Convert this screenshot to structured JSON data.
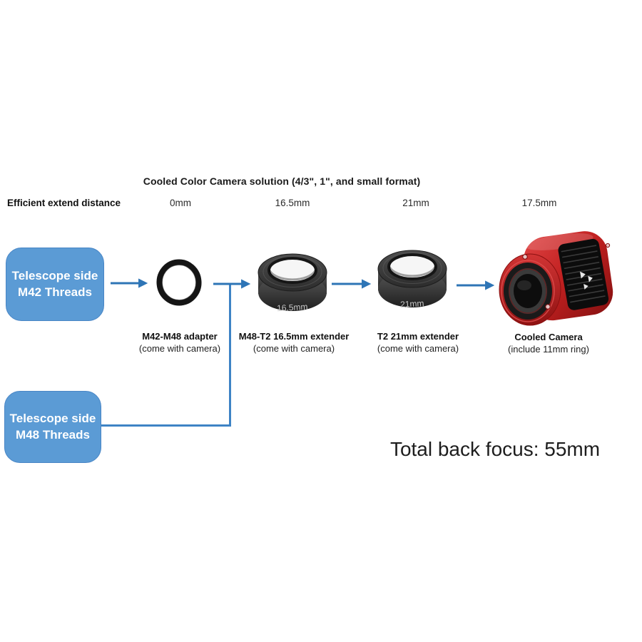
{
  "diagram": {
    "title": "Cooled Color Camera solution (4/3\", 1\", and small format)",
    "extend_distance": {
      "label": "Efficient extend distance",
      "values": [
        "0mm",
        "16.5mm",
        "21mm",
        "17.5mm"
      ]
    },
    "source_boxes": [
      {
        "line1": "Telescope side",
        "line2": "M42 Threads"
      },
      {
        "line1": "Telescope side",
        "line2": "M48 Threads"
      }
    ],
    "components": [
      {
        "name": "M42-M48 adapter",
        "note": "(come with camera)"
      },
      {
        "name": "M48-T2 16.5mm extender",
        "note": "(come with camera)",
        "engraving": "16.5mm"
      },
      {
        "name": "T2 21mm extender",
        "note": "(come with camera)",
        "engraving": "21mm"
      },
      {
        "name": "Cooled Camera",
        "note": "(include 11mm ring)"
      }
    ],
    "total_back_focus": "Total back focus: 55mm",
    "colors": {
      "box_fill": "#5B9BD5",
      "box_border": "#4986C6",
      "arrow": "#2E75B6",
      "connector": "#3E83C5",
      "camera_red": "#C42525",
      "ring_gray": "#3A3A3A",
      "text": "#1A1A1A"
    }
  }
}
